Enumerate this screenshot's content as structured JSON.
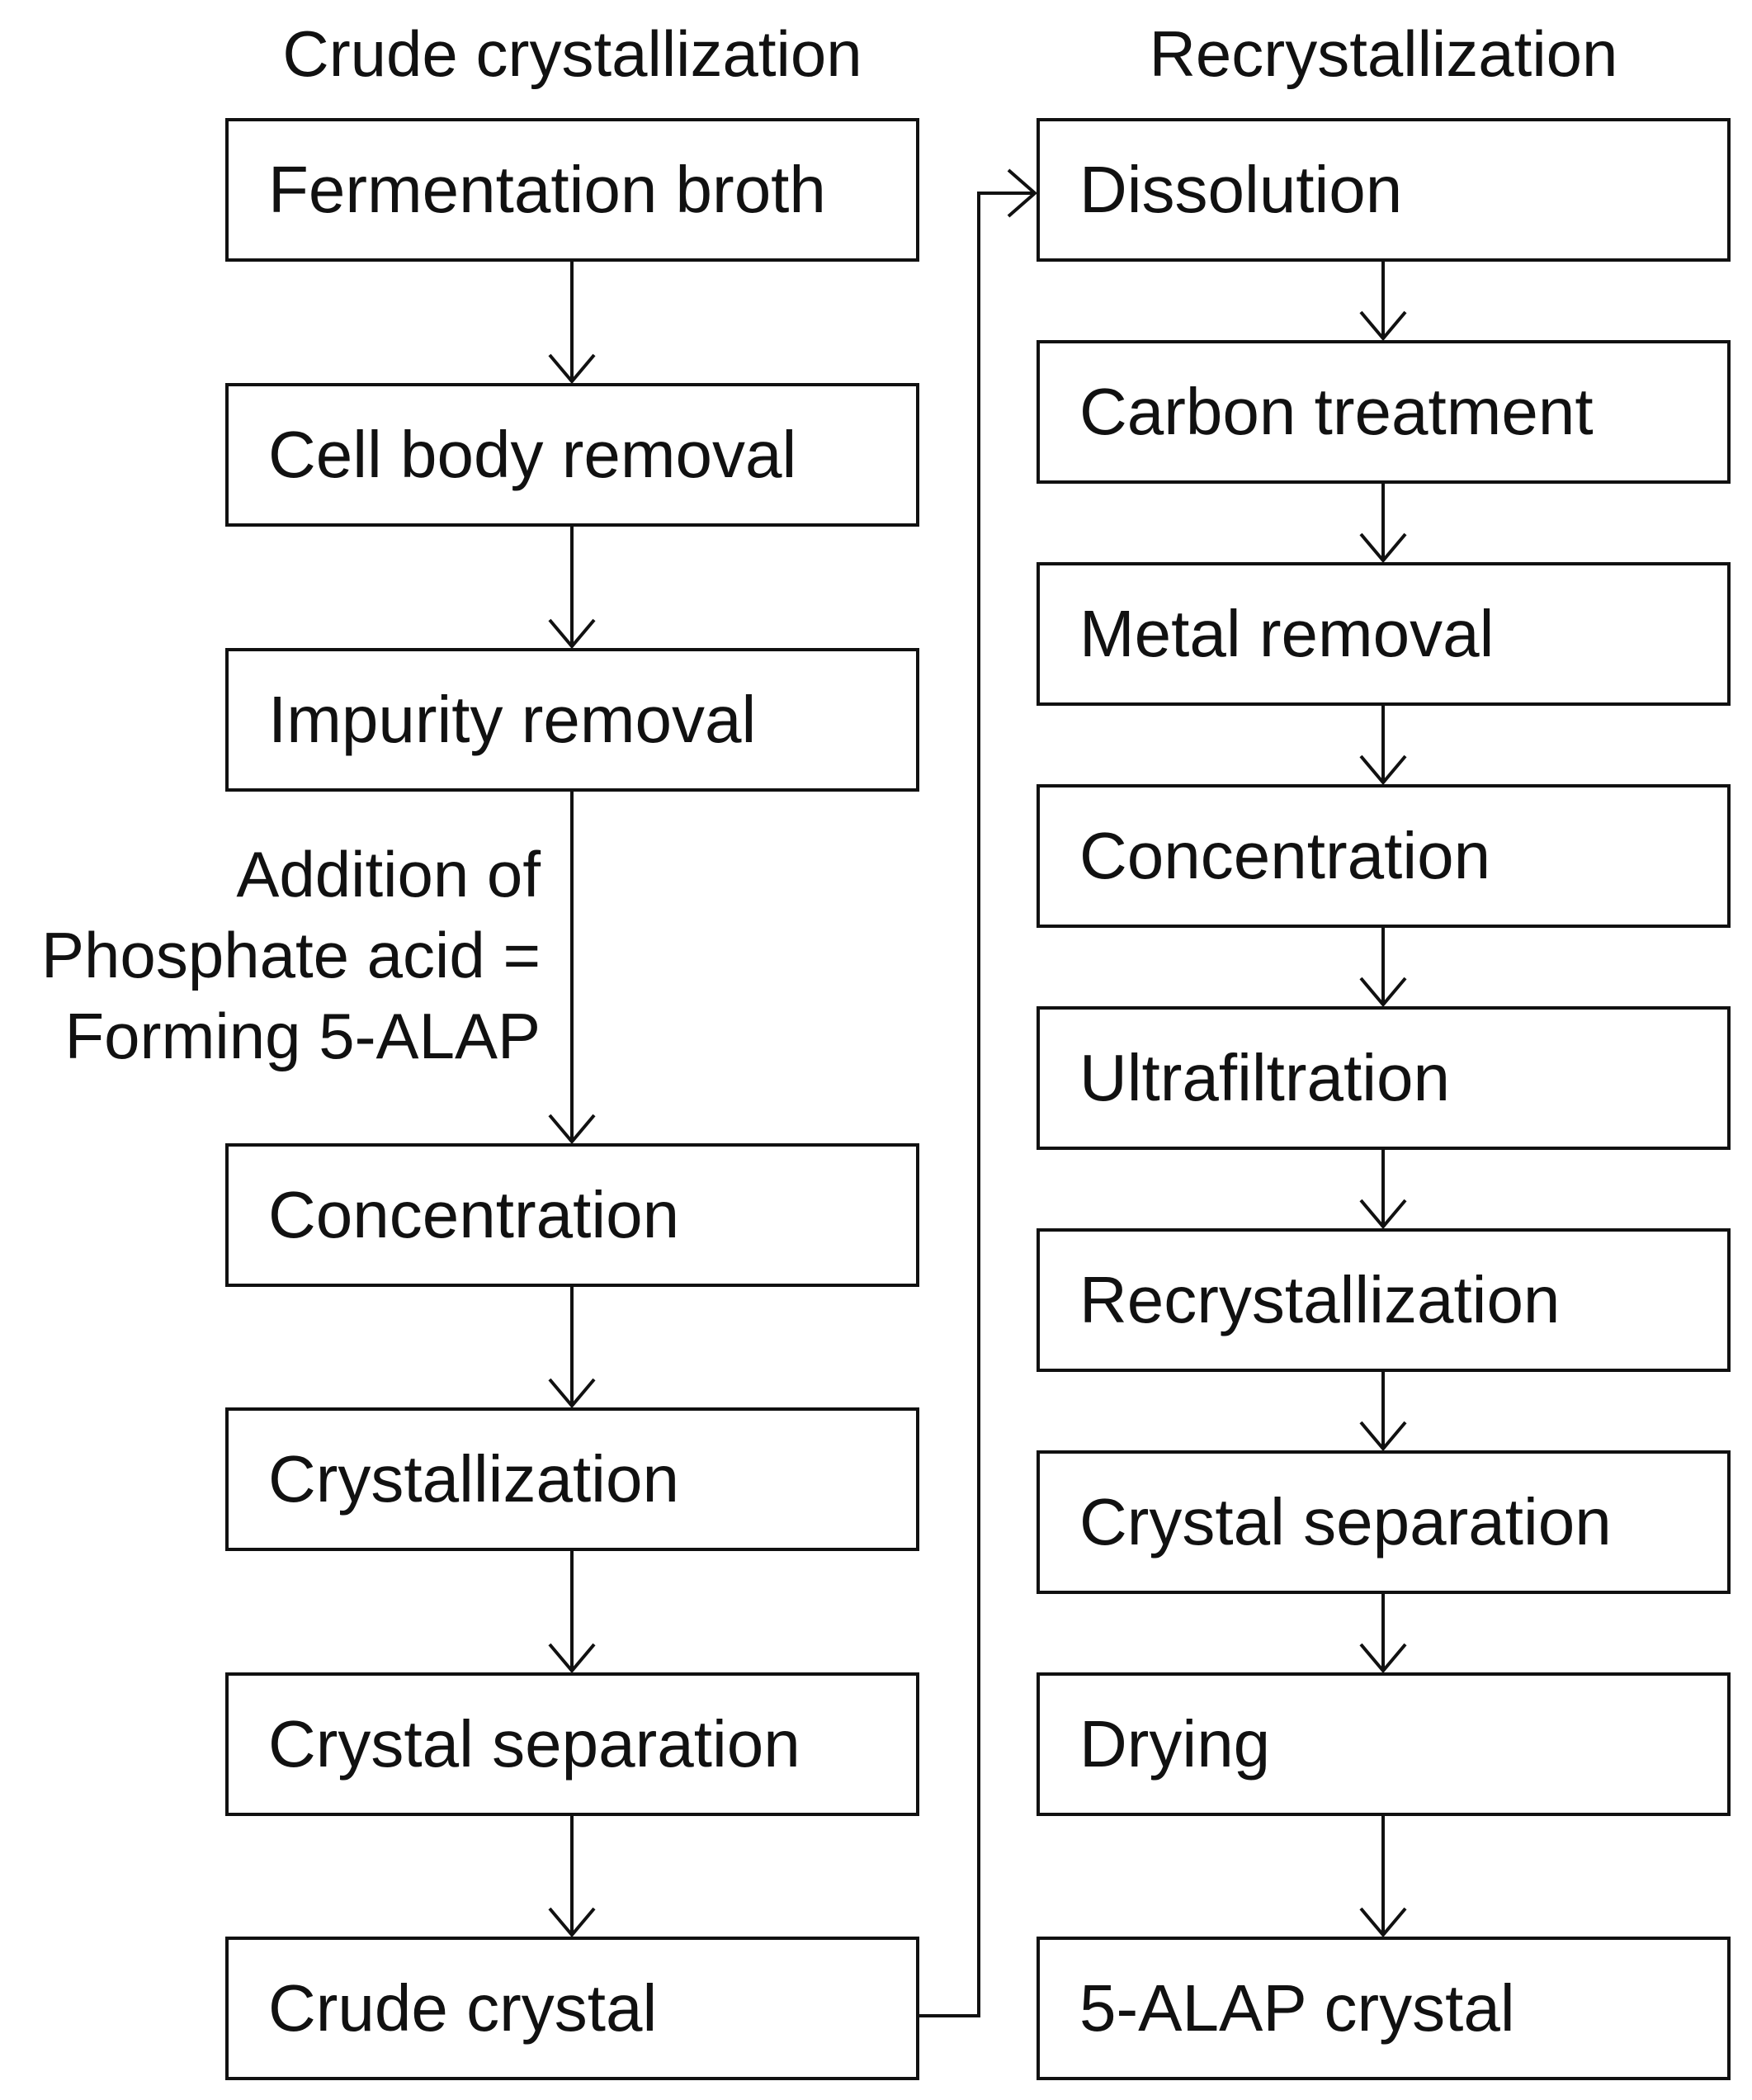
{
  "columns": {
    "left": {
      "title": "Crude crystallization",
      "steps": [
        "Fermentation broth",
        "Cell body removal",
        "Impurity removal",
        "Concentration",
        "Crystallization",
        "Crystal separation",
        "Crude crystal"
      ]
    },
    "right": {
      "title": "Recrystallization",
      "steps": [
        "Dissolution",
        "Carbon treatment",
        "Metal removal",
        "Concentration",
        "Ultrafiltration",
        "Recrystallization",
        "Crystal separation",
        "Drying",
        "5-ALAP crystal"
      ]
    }
  },
  "annotation": {
    "line1": "Addition of",
    "line2": "Phosphate acid =",
    "line3": "Forming 5-ALAP"
  },
  "colors": {
    "stroke": "#111111",
    "background": "#ffffff"
  }
}
